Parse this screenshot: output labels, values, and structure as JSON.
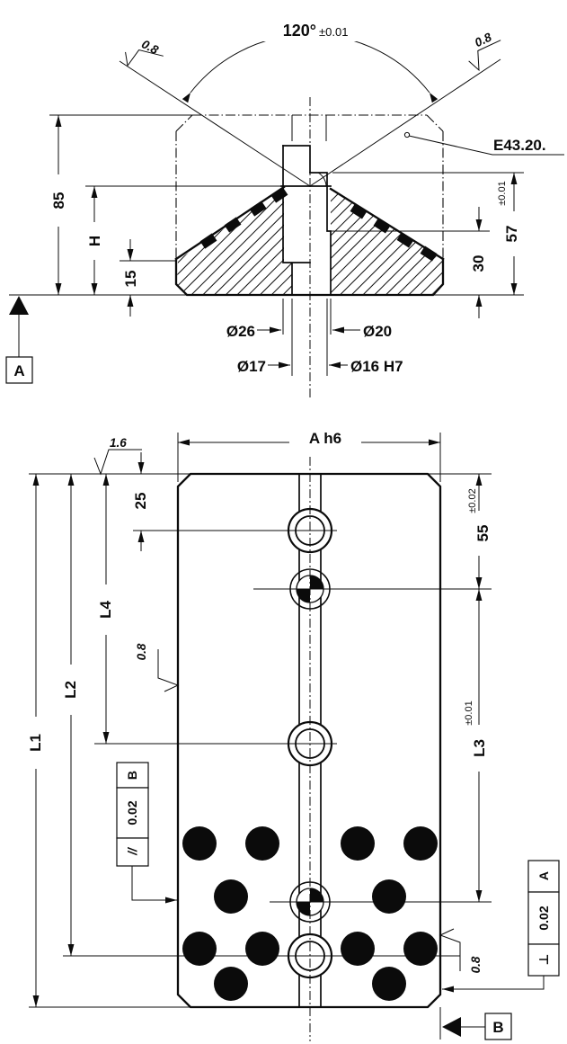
{
  "drawing": {
    "background": "#ffffff",
    "ink": "#0b0b0b",
    "top_view": {
      "angle_label": "120°",
      "angle_tolerance": "±0.01",
      "roughness_left": "0.8",
      "roughness_right": "0.8",
      "part_number": "E43.20.",
      "dim_height_total": "85",
      "dim_height_h": "H",
      "dim_height_15": "15",
      "dim_height_57": "57",
      "dim_height_57_tol": "±0.01",
      "dim_height_30": "30",
      "dia_26": "Ø26",
      "dia_20": "Ø20",
      "dia_17": "Ø17",
      "dia_16": "Ø16 H7",
      "datum": "A"
    },
    "bottom_view": {
      "roughness_top": "1.6",
      "roughness_left": "0.8",
      "roughness_right": "0.8",
      "dim_width": "A h6",
      "dim_25": "25",
      "dim_L4": "L4",
      "dim_L2": "L2",
      "dim_L1": "L1",
      "dim_55": "55",
      "dim_55_tol": "±0.02",
      "dim_L3": "L3",
      "dim_L3_tol": "±0.01",
      "fcf_parallel": {
        "symbol": "//",
        "value": "0.02",
        "datum": "B"
      },
      "fcf_perpendicular": {
        "symbol": "⊥",
        "value": "0.02",
        "datum": "A"
      },
      "datum": "B"
    }
  }
}
